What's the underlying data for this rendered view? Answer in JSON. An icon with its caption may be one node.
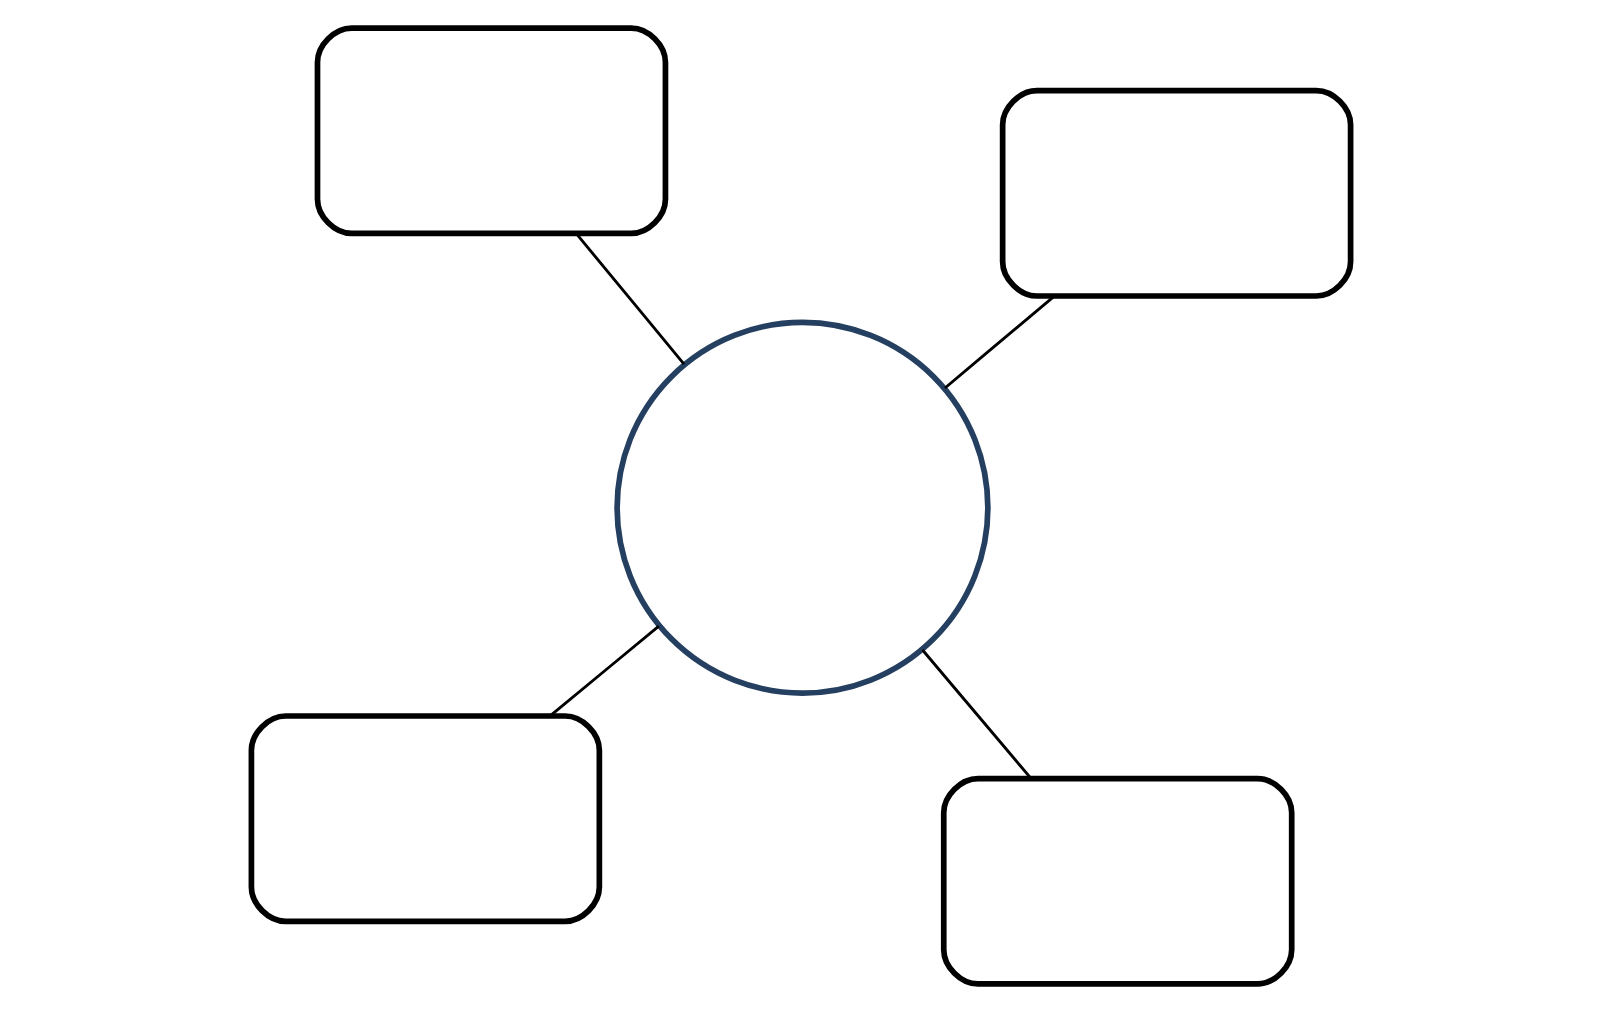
{
  "diagram": {
    "nodes": [
      {
        "text": [],
        "shape": "box"
      },
      {
        "text": [],
        "shape": "box"
      },
      {
        "text": [],
        "shape": "circle"
      },
      {
        "text": [],
        "shape": "box"
      },
      {
        "text": [],
        "shape": "box"
      }
    ],
    "edges": [
      {
        "from": 2,
        "to": 0,
        "arrow": "none"
      },
      {
        "from": 2,
        "to": 1,
        "arrow": "none"
      },
      {
        "from": 2,
        "to": 3,
        "arrow": "none"
      },
      {
        "from": 2,
        "to": 4,
        "arrow": "none"
      }
    ]
  }
}
